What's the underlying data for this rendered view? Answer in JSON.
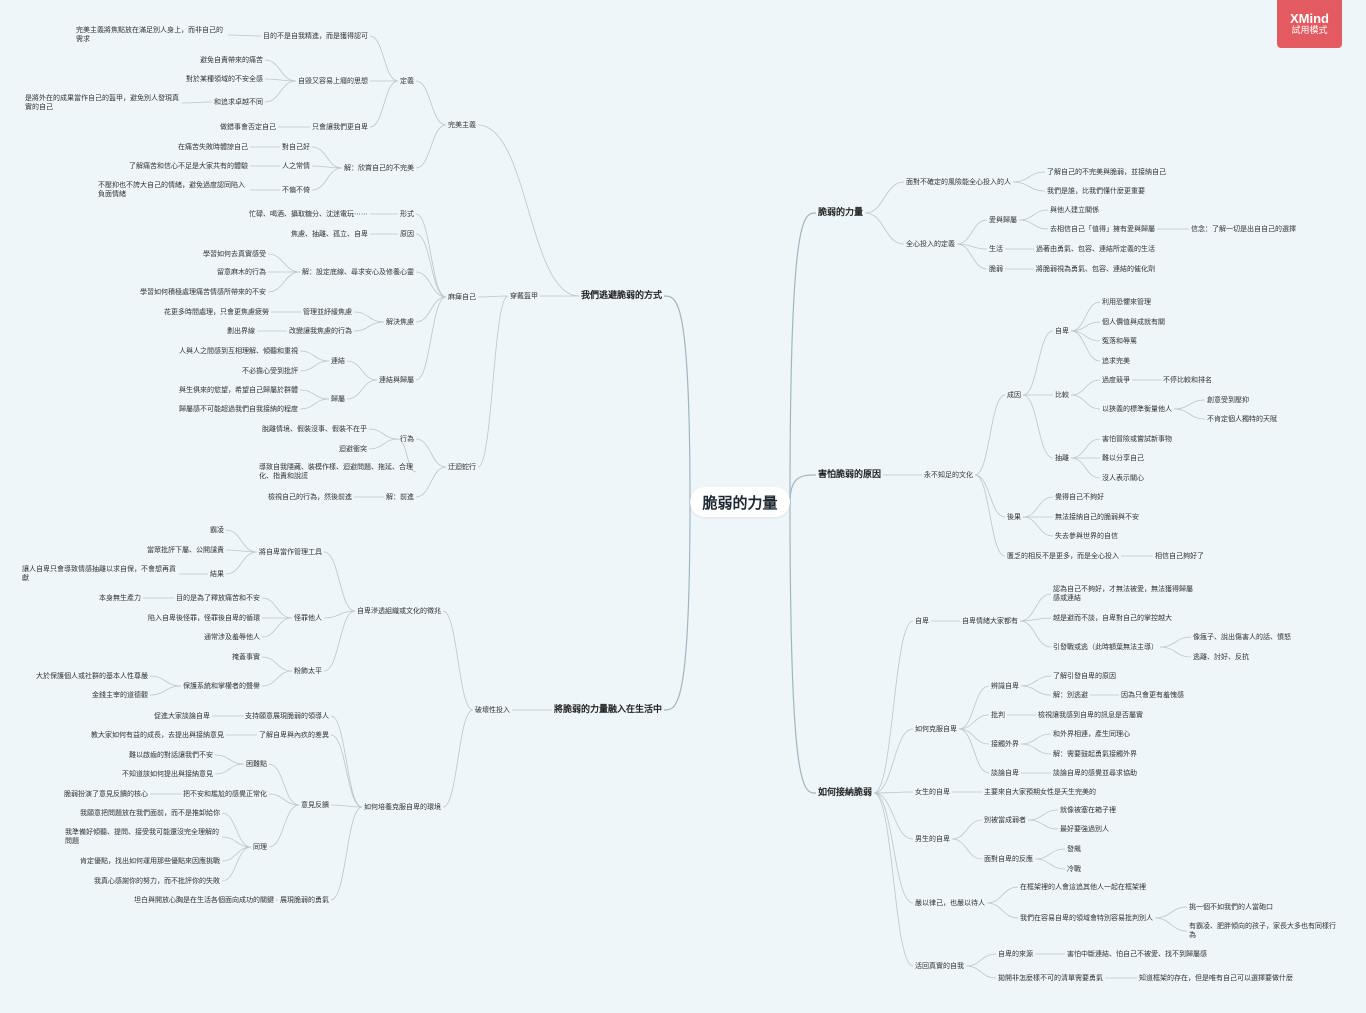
{
  "root": "脆弱的力量",
  "badge": {
    "logo": "XMind",
    "mode": "試用模式"
  },
  "nodes": {
    "b1": "我們逃避脆弱的方式",
    "b2": "將脆弱的力量融入在生活中",
    "b3": "脆弱的力量",
    "b4": "害怕脆弱的原因",
    "b5": "如何接納脆弱",
    "a1": "完美主義",
    "a1_1": "定義",
    "a1_1_1": "目的不是自我精進，而是獲得認可",
    "a1_1_1_1": "完美主義將焦點放在滿足別人身上，而非自己的需求",
    "a1_1_2": "自毀又容易上癮的思想",
    "a1_1_2_1": "避免自責帶來的痛苦",
    "a1_1_2_2": "對於某種領域的不安全感",
    "a1_1_2_3": "和追求卓越不同",
    "a1_1_2_3_1": "是將外在的成果當作自己的盔甲，避免別人發現真實的自己",
    "a1_1_3": "只會讓我們更自卑",
    "a1_1_3_1": "做錯事會否定自己",
    "a1_2": "解：欣賞自己的不完美",
    "a1_2_1": "對自己好",
    "a1_2_1_1": "在痛苦失敗時體諒自己",
    "a1_2_2": "人之常情",
    "a1_2_2_1": "了解痛苦和信心不足是大家共有的體驗",
    "a1_2_3": "不偏不倚",
    "a1_2_3_1": "不壓抑也不誇大自己的情緒，避免過度認同陷入負面情緒",
    "a2": "穿戴盔甲",
    "a2_1": "麻痺自己",
    "a2_1_1": "形式",
    "a2_1_1_1": "忙碌、喝酒、攝取糖分、沈迷電玩⋯⋯",
    "a2_1_2": "原因",
    "a2_1_2_1": "焦慮、抽離、孤立、自卑",
    "a2_1_3": "解：設定底線、尋求安心及修養心靈",
    "a2_1_3_1": "學習如何去真實感受",
    "a2_1_3_2": "留意麻木的行為",
    "a2_1_3_3": "學習如何積極處理痛苦情感所帶來的不安",
    "a2_1_4": "解決焦慮",
    "a2_1_4_1": "管理並紓緩焦慮",
    "a2_1_4_1_1": "花更多時間處理，只會更焦慮疲勞",
    "a2_1_4_2": "改變讓我焦慮的行為",
    "a2_1_4_2_1": "劃出界線",
    "a2_1_5": "連結與歸屬",
    "a2_1_5_1": "連結",
    "a2_1_5_1_1": "人與人之間感到互相理解、傾聽和重視",
    "a2_1_5_1_2": "不必擔心受到批評",
    "a2_1_5_2": "歸屬",
    "a2_1_5_2_1": "與生俱來的慾望，希望自己歸屬於群體",
    "a2_1_5_2_2": "歸屬感不可能超過我們自我接納的程度",
    "a2_2": "迂迴蛇行",
    "a2_2_1": "行為",
    "a2_2_1_1": "脫離情境、假裝沒事、假裝不在乎",
    "a2_2_1_2": "迴避衝突",
    "a2_2_1_3": "導致自我隱藏、裝模作樣、迴避問題、拖延、合理化、指責和說謊",
    "a2_2_2": "解：前進",
    "a2_2_2_1": "檢視自己的行為，然後前進",
    "c1": "破壞性投入",
    "c1_1": "自卑滲透組織或文化的徵兆",
    "c1_1_1": "將自卑當作管理工具",
    "c1_1_1_1": "霸凌",
    "c1_1_1_2": "當眾批評下屬、公開譴責",
    "c1_1_1_3": "結果",
    "c1_1_1_3_1": "讓人自卑只會導致情感抽離以求自保，不會想再貢獻",
    "c1_1_2": "怪罪他人",
    "c1_1_2_1": "目的是為了釋放痛苦和不安",
    "c1_1_2_1_1": "本身無生產力",
    "c1_1_2_2": "陷入自卑後怪罪，怪罪後自卑的循環",
    "c1_1_2_3": "通常涉及羞辱他人",
    "c1_1_3": "粉飾太平",
    "c1_1_3_1": "掩蓋事實",
    "c1_1_3_2": "保護系統和掌權者的聲譽",
    "c1_1_3_2_1": "大於保護個人或社群的基本人性尊嚴",
    "c1_1_3_2_2": "金錢主宰的道德觀",
    "c1_2": "如何培養克服自卑的環境",
    "c1_2_1": "支持願意展現脆弱的領導人",
    "c1_2_1_1": "促進大家談論自卑",
    "c1_2_2": "了解自卑與內疚的差異",
    "c1_2_2_1": "教大家如何有益的成長，去提出與接納意見",
    "c1_2_3": "意見反饋",
    "c1_2_3_1": "困難點",
    "c1_2_3_1_1": "難以啟齒的對話讓我們不安",
    "c1_2_3_1_2": "不知道該如何提出與接納意見",
    "c1_2_3_2": "把不安和尷尬的感覺正常化",
    "c1_2_3_2_1": "脆弱扮演了意見反饋的核心",
    "c1_2_3_3": "同理",
    "c1_2_3_3_1": "我願意把問題放在我們面前，而不是推卸給你",
    "c1_2_3_3_2": "我準備好傾聽、提問、接受我可能還沒完全理解的問題",
    "c1_2_3_3_3": "肯定優點，找出如何運用那些優點來因應挑戰",
    "c1_2_3_3_4": "我真心感謝你的努力，而不批評你的失敗",
    "c1_2_4": "展現脆弱的勇氣",
    "c1_2_4_1": "坦白與開放心胸是在生活各個面向成功的關鍵",
    "d1": "面對不確定的風險能全心投入的人",
    "d1_1": "了解自己的不完美與脆弱，並接納自己",
    "d1_2": "我們是誰，比我們懂什麼更重要",
    "d2": "全心投入的定義",
    "d2_1": "愛與歸屬",
    "d2_1_1": "與他人建立關係",
    "d2_1_2": "去相信自己「值得」擁有愛與歸屬",
    "d2_1_2_1": "信念：了解一切是出自自己的選擇",
    "d2_2": "生活",
    "d2_2_1": "過著由勇氣、包容、連結所定義的生活",
    "d2_3": "脆弱",
    "d2_3_1": "將脆弱視為勇氣、包容、連結的催化劑",
    "e1": "永不知足的文化",
    "e1_1": "成因",
    "e1_1_1": "自卑",
    "e1_1_1_1": "利用恐懼來管理",
    "e1_1_1_2": "個人價值與成就有關",
    "e1_1_1_3": "冤落和辱罵",
    "e1_1_1_4": "追求完美",
    "e1_1_2": "比較",
    "e1_1_2_1": "過度競爭",
    "e1_1_2_1_1": "不停比較和排名",
    "e1_1_2_2": "以狹義的標準衡量他人",
    "e1_1_2_2_1": "創意受到壓抑",
    "e1_1_2_2_2": "不肯定個人獨特的天賦",
    "e1_1_3": "抽離",
    "e1_1_3_1": "害怕冒險或嘗試新事物",
    "e1_1_3_2": "難以分享自己",
    "e1_1_3_3": "沒人表示關心",
    "e1_2": "後果",
    "e1_2_1": "覺得自己不夠好",
    "e1_2_2": "無法接納自己的脆弱與不安",
    "e1_2_3": "失去參與世界的自信",
    "e1_3": "匱乏的相反不是更多，而是全心投入",
    "e1_3_1": "相信自己夠好了",
    "f1": "自卑",
    "f1_1": "自卑情緒大家都有",
    "f1_1_1": "認為自己不夠好，才無法被愛，無法獲得歸屬感或連結",
    "f1_1_2": "越是避而不談，自卑對自己的掌控越大",
    "f1_1_3": "引發戰或逃（此時額葉無法主導）",
    "f1_1_3_1": "像瘋子、說出傷害人的話、憤怒",
    "f1_1_3_2": "逃離、討好、反抗",
    "f2": "如何克服自卑",
    "f2_1": "辨識自卑",
    "f2_1_1": "了解引發自卑的原因",
    "f2_1_2": "解：別逃避",
    "f2_1_2_1": "因為只會更有羞愧感",
    "f2_2": "批判",
    "f2_2_1": "檢視讓我感到自卑的訊息是否屬實",
    "f2_3": "接觸外界",
    "f2_3_1": "和外界相連，產生同理心",
    "f2_3_2": "解：需要鼓起勇氣接觸外界",
    "f2_4": "談論自卑",
    "f2_4_1": "談論自卑的感覺並尋求協助",
    "f3": "女生的自卑",
    "f3_1": "主要來自大家預期女性是天生完美的",
    "f4": "男生的自卑",
    "f4_1": "別被當成弱者",
    "f4_1_1": "就像被塞在箱子裡",
    "f4_1_2": "最好要強過別人",
    "f4_2": "面對自卑的反應",
    "f4_2_1": "發飆",
    "f4_2_2": "冷戰",
    "f5": "嚴以律己，也嚴以待人",
    "f5_1": "在框架裡的人會這追其他人一起在框架裡",
    "f5_2": "我們在容易自卑的領域會特別容易批判別人",
    "f5_2_1": "挑一個不如我們的人當砲口",
    "f5_2_2": "有霸凌、肥胖傾向的孩子，家長大多也有同樣行為",
    "f6": "活回真實的自我",
    "f6_1": "自卑的來源",
    "f6_1_1": "害怕中斷連結、怕自己不被愛、找不到歸屬感",
    "f6_2": "拋開非怎麼樣不可的清單需要勇氣",
    "f6_2_1": "知道框架的存在，但是唯有自己可以選擇要做什麼"
  }
}
